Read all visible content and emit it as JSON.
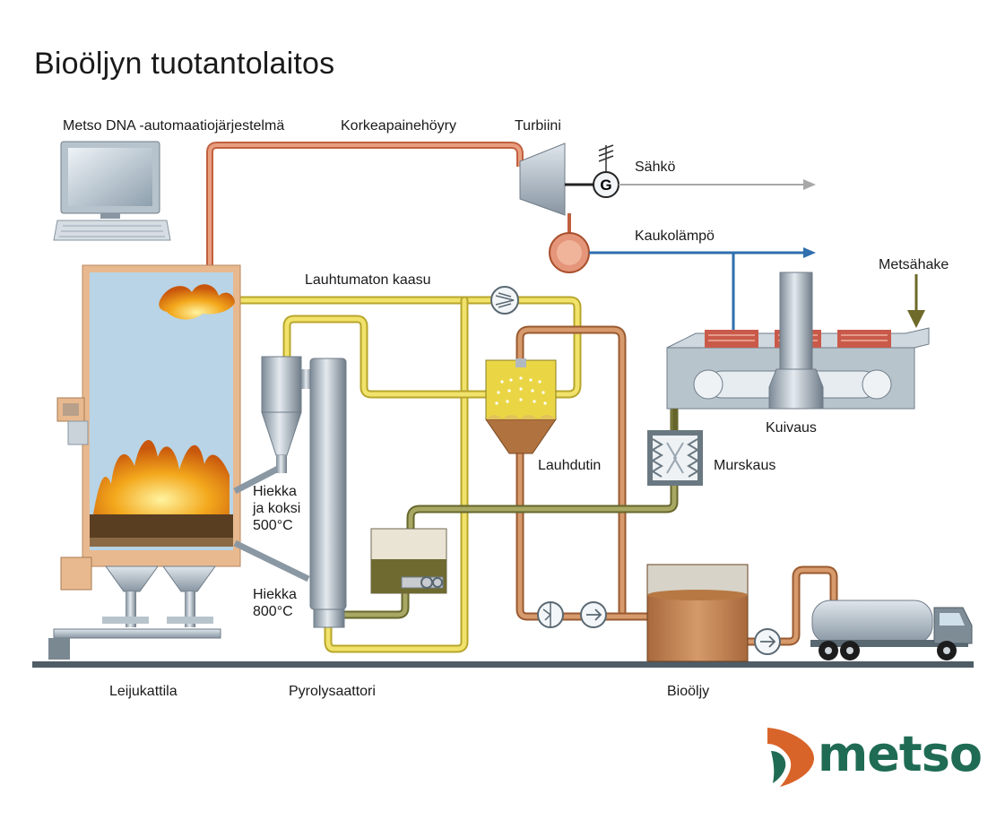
{
  "title": "Bioöljyn tuotantolaitos",
  "labels": {
    "automation": "Metso DNA -automaatiojärjestelmä",
    "steam": "Korkeapainehöyry",
    "turbine": "Turbiini",
    "electricity": "Sähkö",
    "generator": "G",
    "district_heat": "Kaukolämpö",
    "forest_chips": "Metsähake",
    "noncond_gas": "Lauhtumaton kaasu",
    "drying": "Kuivaus",
    "crushing": "Murskaus",
    "condenser": "Lauhdutin",
    "sand_coke": [
      "Hiekka",
      "ja koksi",
      "500°C"
    ],
    "sand_hot": [
      "Hiekka",
      "800°C"
    ],
    "boiler": "Leijukattila",
    "pyrolyser": "Pyrolysaattori",
    "bio_oil": "Bioöljy"
  },
  "logo": {
    "text": "metso"
  },
  "colors": {
    "steam_pipe": "#d98a68",
    "gas_pipe": "#e6d640",
    "oil_pipe": "#c8804e",
    "chip_pipe": "#8a8a4a",
    "water_pipe": "#2f7bc0",
    "arrow_grey": "#9a9a9a",
    "boiler_fill": "#b8d4e6",
    "boiler_frame": "#e8b98f",
    "logo_green": "#1f6b54",
    "logo_orange": "#d9642a"
  }
}
